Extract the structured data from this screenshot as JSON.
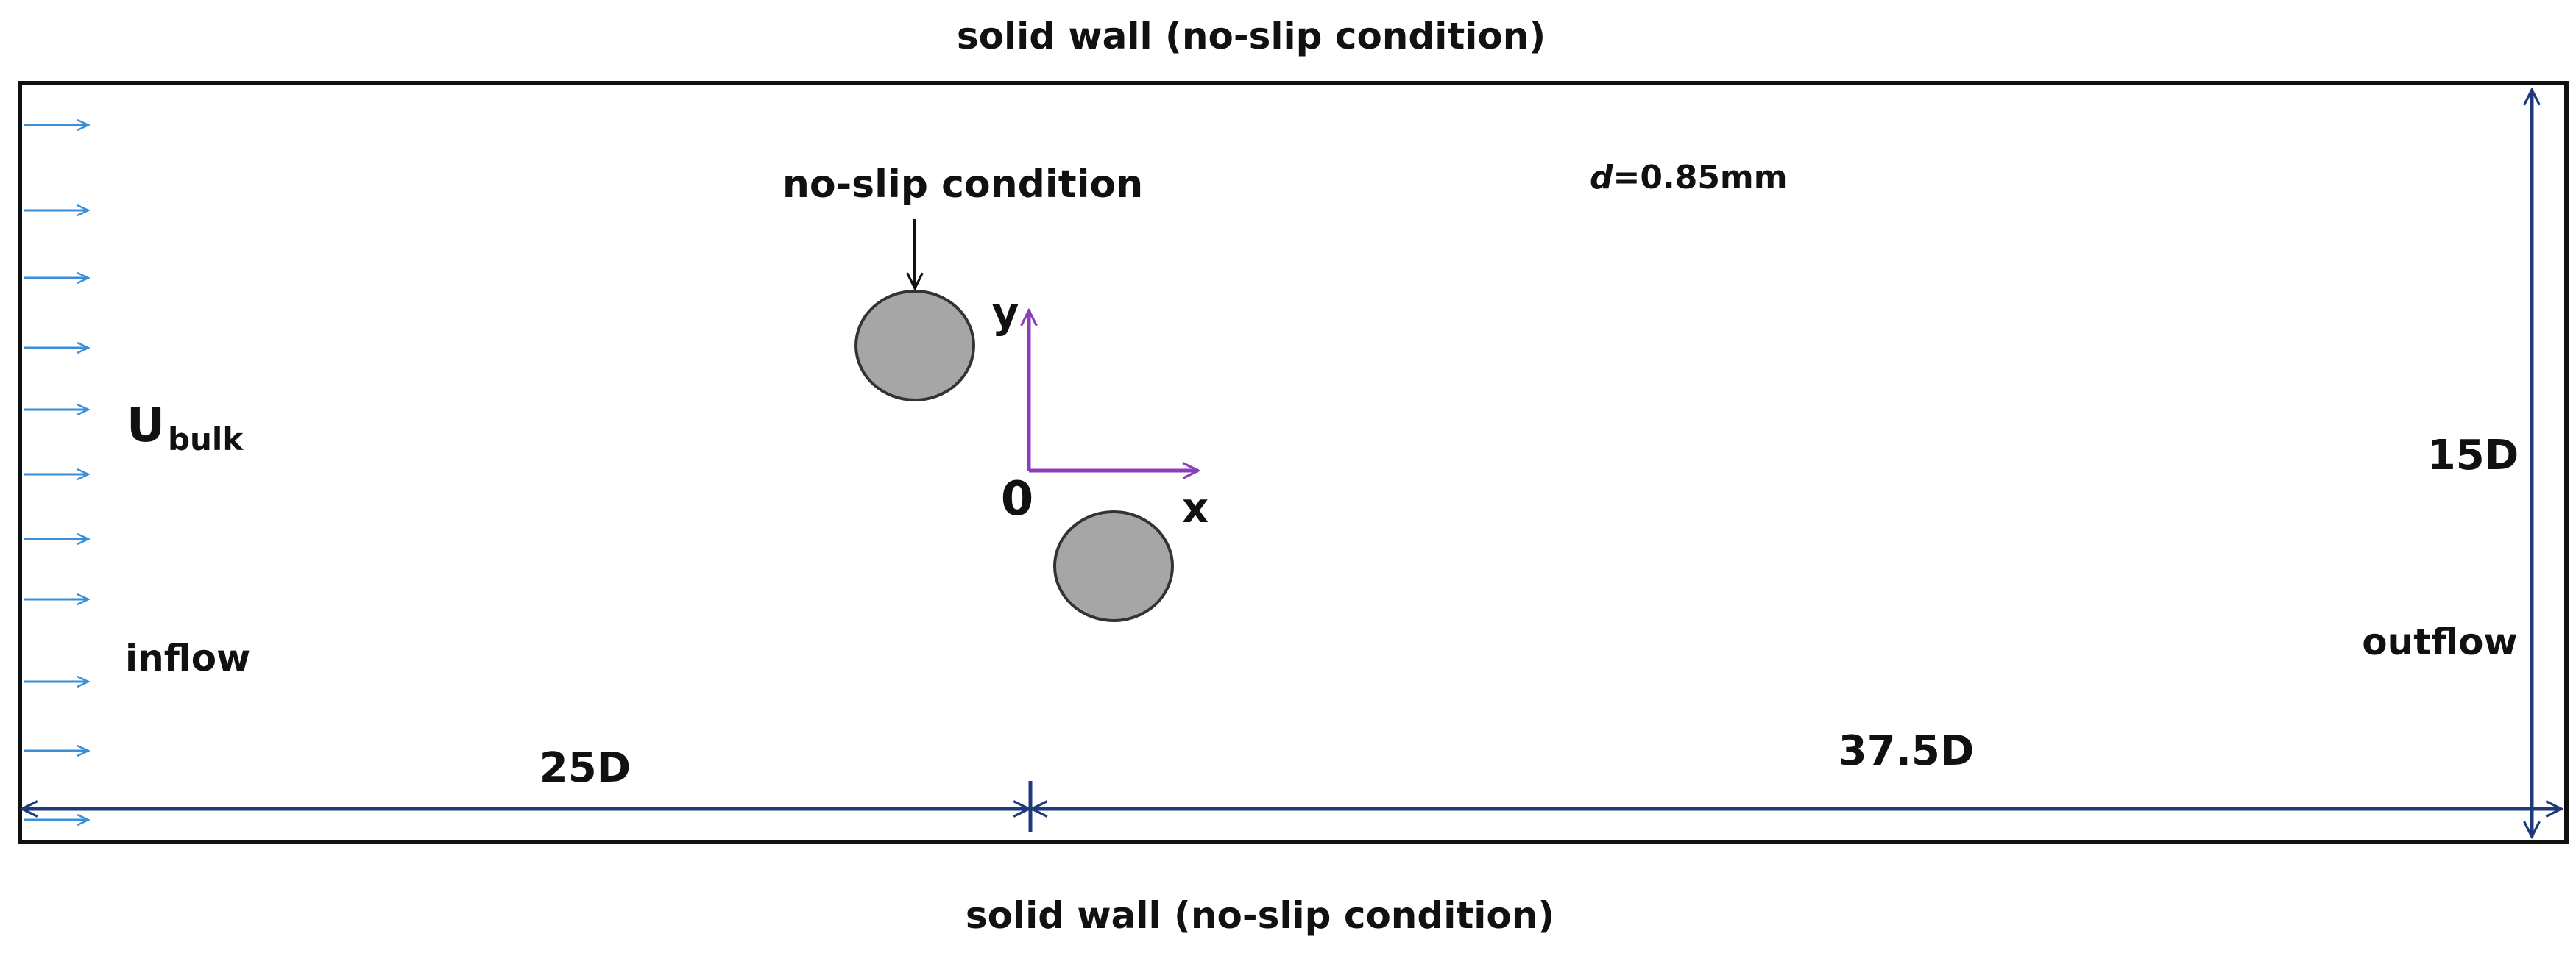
{
  "labels": {
    "top_wall": "solid wall (no-slip condition)",
    "bottom_wall": "solid wall (no-slip condition)",
    "cylinder_condition": "no-slip condition",
    "diameter_var": "d",
    "diameter_value": "=0.85mm",
    "velocity_main": "U",
    "velocity_sub": "bulk",
    "inflow": "inflow",
    "outflow": "outflow",
    "height": "15D",
    "upstream_length": "25D",
    "downstream_length": "37.5D",
    "axis_y": "y",
    "axis_x": "x",
    "origin": "0"
  },
  "colors": {
    "domain_border": "#111111",
    "dimension": "#1f3a7a",
    "inflow_arrow": "#3a8fd8",
    "axis": "#8a3fb8",
    "cylinder_fill": "#a6a6a6",
    "cylinder_stroke": "#333333"
  }
}
